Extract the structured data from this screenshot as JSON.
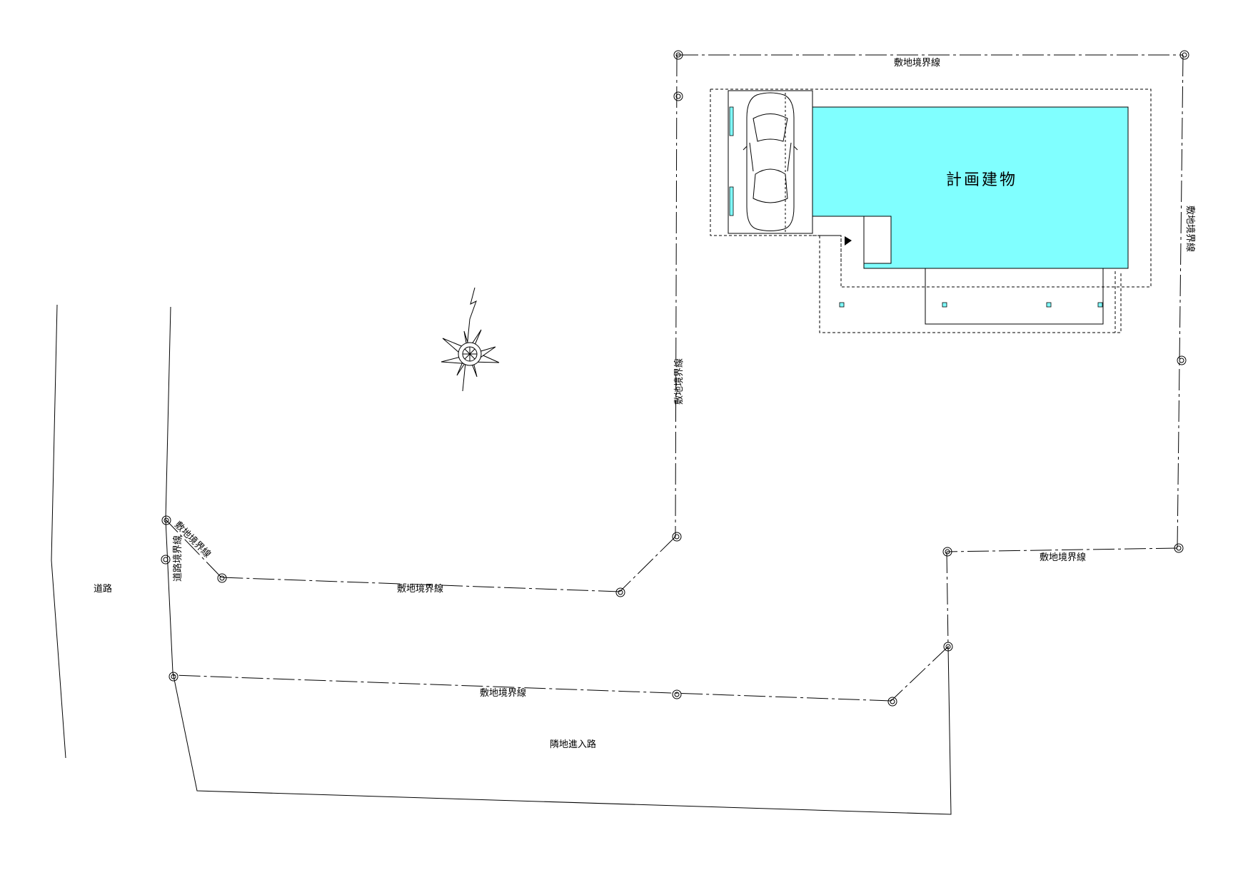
{
  "labels": {
    "boundary": "敷地境界線",
    "road_boundary": "道路境界線",
    "road": "道路",
    "neighbor_access": "隣地進入路",
    "planned_building": "計画建物"
  },
  "colors": {
    "building_fill": "#80ffff",
    "line": "#000000"
  },
  "icons": {
    "north": "compass-north-arrow-icon",
    "car": "car-icon",
    "entrance": "entrance-triangle-icon"
  }
}
